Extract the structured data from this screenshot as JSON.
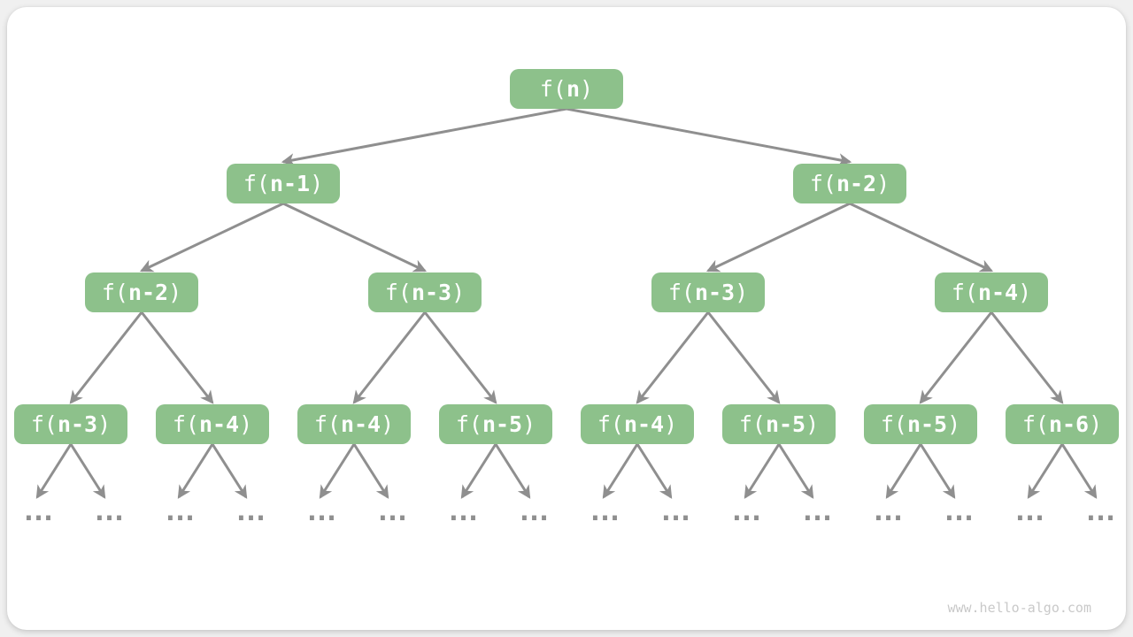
{
  "colors": {
    "page_bg": "#f0f0f0",
    "card_bg": "#ffffff",
    "node_fill": "#8dc18b",
    "node_text": "#ffffff",
    "arrow": "#8f8f8f",
    "ellipsis_dots": "#8f8f8f",
    "watermark_text": "#c9c9c9"
  },
  "watermark": {
    "text": "www.hello-algo.com"
  },
  "tree": {
    "ellipsis": "...",
    "levels": [
      [
        {
          "label": "f(n)",
          "pre": "f(",
          "arg": "n",
          "post": ")"
        }
      ],
      [
        {
          "label": "f(n-1)",
          "pre": "f(",
          "arg": "n-1",
          "post": ")"
        },
        {
          "label": "f(n-2)",
          "pre": "f(",
          "arg": "n-2",
          "post": ")"
        }
      ],
      [
        {
          "label": "f(n-2)",
          "pre": "f(",
          "arg": "n-2",
          "post": ")"
        },
        {
          "label": "f(n-3)",
          "pre": "f(",
          "arg": "n-3",
          "post": ")"
        },
        {
          "label": "f(n-3)",
          "pre": "f(",
          "arg": "n-3",
          "post": ")"
        },
        {
          "label": "f(n-4)",
          "pre": "f(",
          "arg": "n-4",
          "post": ")"
        }
      ],
      [
        {
          "label": "f(n-3)",
          "pre": "f(",
          "arg": "n-3",
          "post": ")"
        },
        {
          "label": "f(n-4)",
          "pre": "f(",
          "arg": "n-4",
          "post": ")"
        },
        {
          "label": "f(n-4)",
          "pre": "f(",
          "arg": "n-4",
          "post": ")"
        },
        {
          "label": "f(n-5)",
          "pre": "f(",
          "arg": "n-5",
          "post": ")"
        },
        {
          "label": "f(n-4)",
          "pre": "f(",
          "arg": "n-4",
          "post": ")"
        },
        {
          "label": "f(n-5)",
          "pre": "f(",
          "arg": "n-5",
          "post": ")"
        },
        {
          "label": "f(n-5)",
          "pre": "f(",
          "arg": "n-5",
          "post": ")"
        },
        {
          "label": "f(n-6)",
          "pre": "f(",
          "arg": "n-6",
          "post": ")"
        }
      ]
    ]
  }
}
